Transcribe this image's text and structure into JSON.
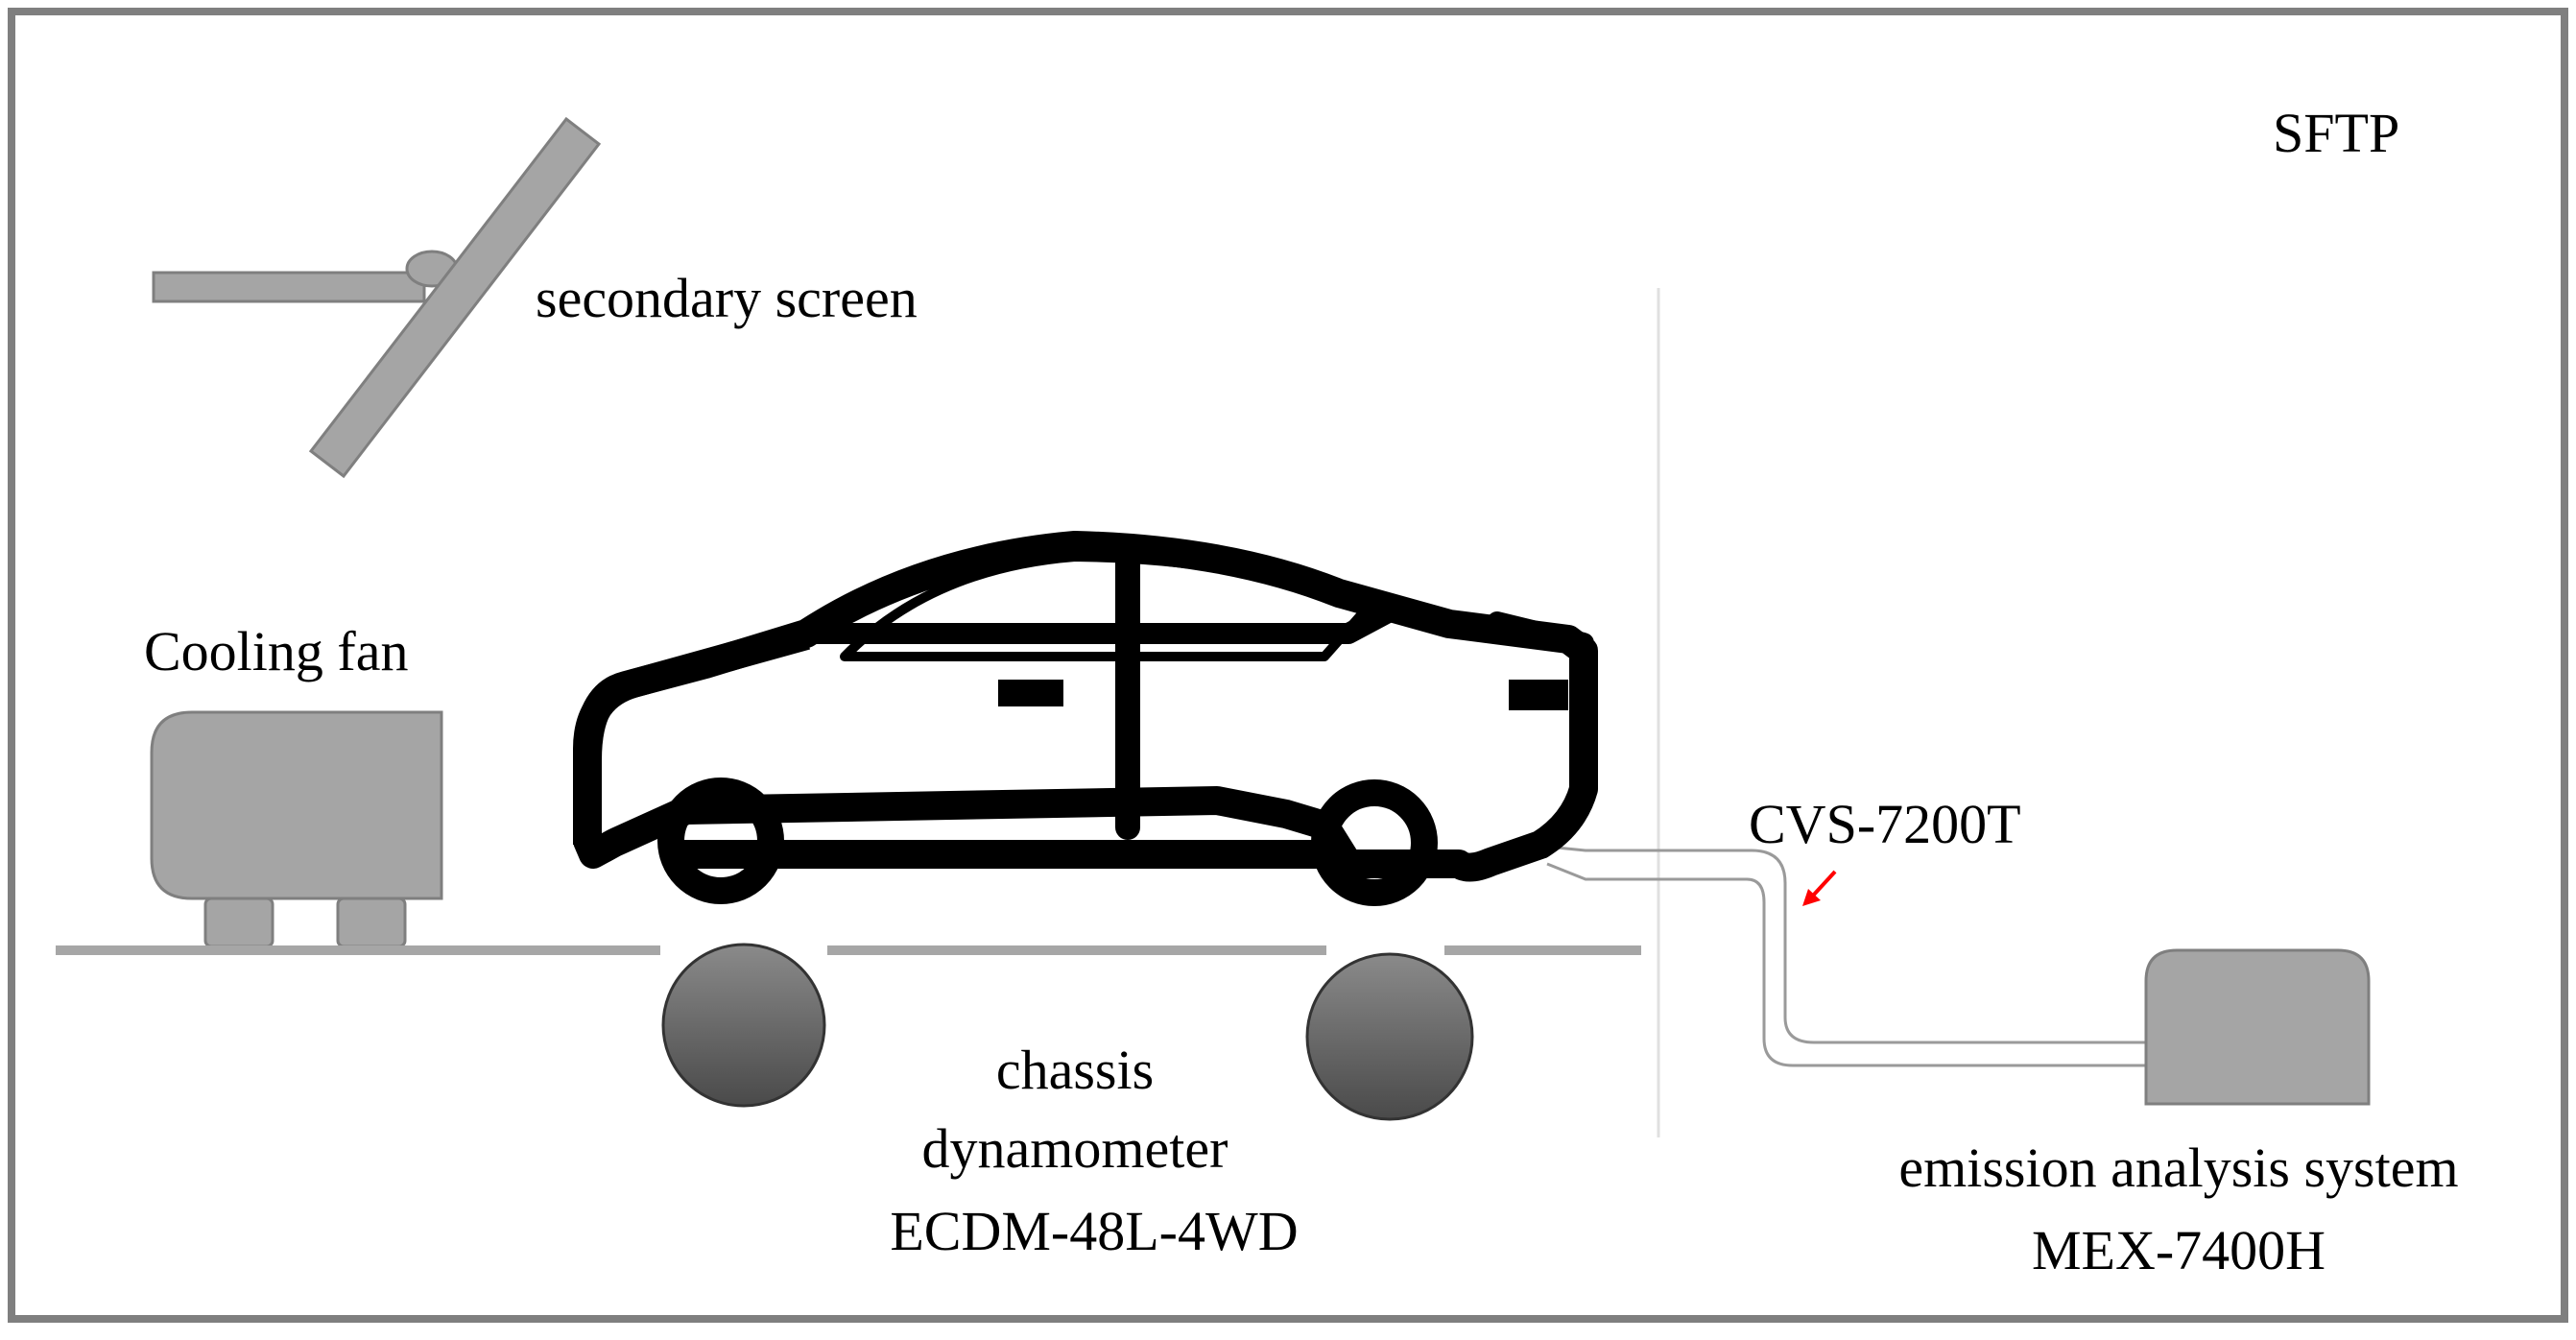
{
  "labels": {
    "sftp": "SFTP",
    "secondary_screen": "secondary screen",
    "cooling_fan": "Cooling fan",
    "cvs": "CVS-7200T",
    "chassis_line1": "chassis",
    "chassis_line2": "dynamometer",
    "chassis_line3": "ECDM-48L-4WD",
    "emission_line1": "emission analysis system",
    "emission_line2": "MEX-7400H"
  },
  "colors": {
    "frame": "#7f7f7f",
    "equipment_fill": "#a5a5a5",
    "equipment_stroke": "#7f7f7f",
    "floor": "#a6a6a6",
    "car": "#000000",
    "roller_top": "#7a7a7a",
    "roller_bottom": "#4d4d4d",
    "arrow": "#ff0000",
    "divider": "#d9d9d9"
  }
}
